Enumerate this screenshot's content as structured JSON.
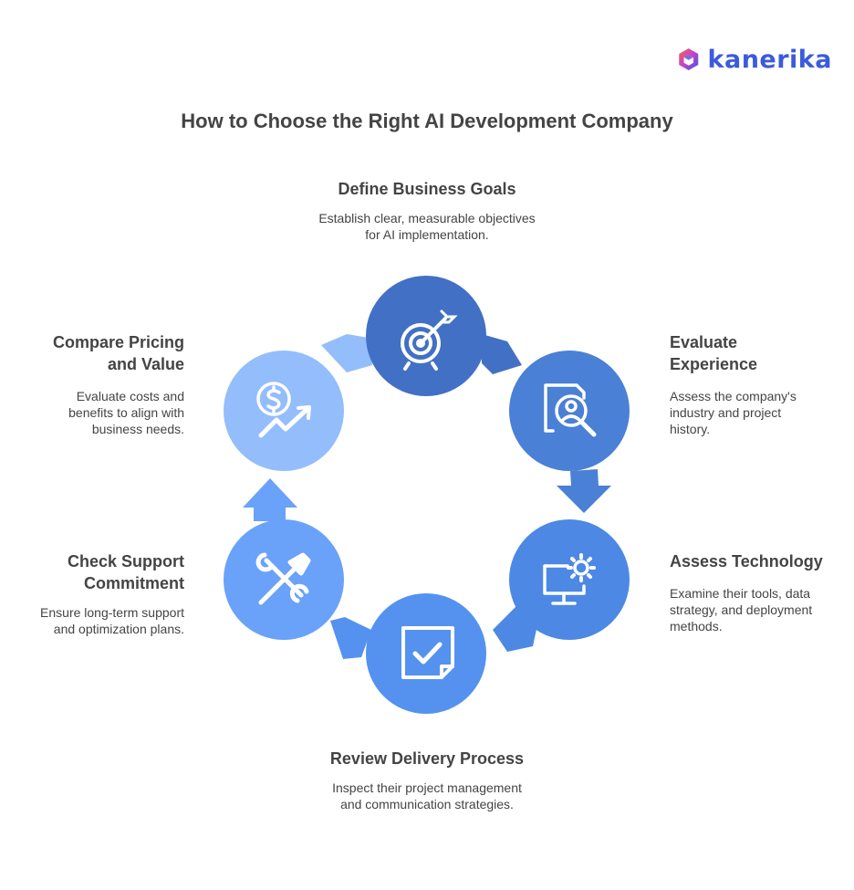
{
  "brand": {
    "name": "kanerika"
  },
  "title": "How to Choose the Right AI Development Company",
  "steps": [
    {
      "heading": "Define Business Goals",
      "desc": "Establish clear, measurable objectives\nfor AI implementation.",
      "icon": "target-icon",
      "color": "#4270c4"
    },
    {
      "heading": "Evaluate\nExperience",
      "desc": "Assess the company's\nindustry and project\nhistory.",
      "icon": "document-search-icon",
      "color": "#4a80d6"
    },
    {
      "heading": "Assess Technology",
      "desc": "Examine their tools, data\nstrategy, and deployment\nmethods.",
      "icon": "monitor-gear-icon",
      "color": "#4d88e4"
    },
    {
      "heading": "Review Delivery Process",
      "desc": "Inspect their project management\nand communication strategies.",
      "icon": "checklist-icon",
      "color": "#5592ef"
    },
    {
      "heading": "Check Support\nCommitment",
      "desc": "Ensure long-term support\nand optimization plans.",
      "icon": "tools-icon",
      "color": "#69a2f8"
    },
    {
      "heading": "Compare Pricing\nand Value",
      "desc": "Evaluate costs and\nbenefits to align with\nbusiness needs.",
      "icon": "dollar-growth-icon",
      "color": "#94bdfb"
    }
  ]
}
